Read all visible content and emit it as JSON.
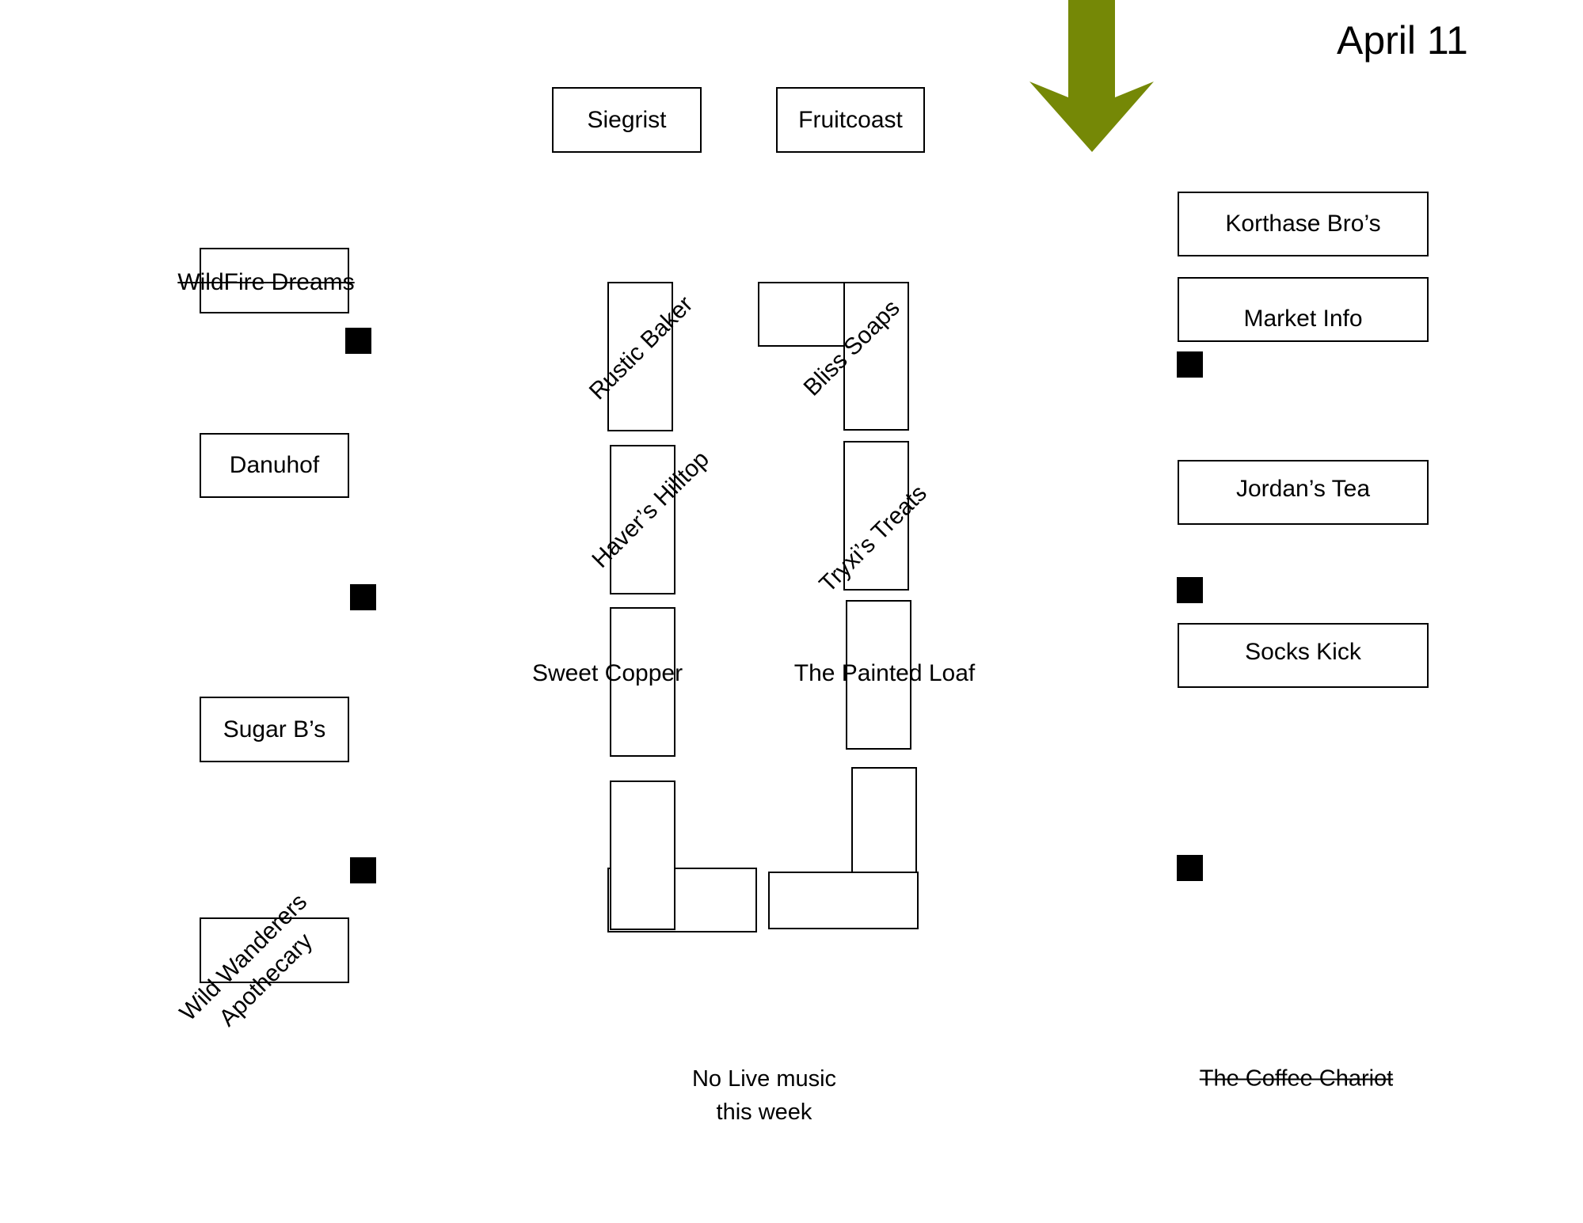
{
  "date": "April 11",
  "entrance_arrow": {
    "direction": "down",
    "color": "#758806"
  },
  "top_row": [
    {
      "name": "Siegrist"
    },
    {
      "name": "Fruitcoast"
    }
  ],
  "left_column": [
    {
      "name": "WildFire Dreams",
      "cancelled": true
    },
    {
      "name": "Danuhof",
      "cancelled": false
    },
    {
      "name": "Sugar B’s",
      "cancelled": false
    },
    {
      "name": "Wild Wanderers\nApothecary",
      "line1": "Wild Wanderers",
      "line2": "Apothecary",
      "cancelled": false
    }
  ],
  "center_left_column": [
    {
      "name": "Rustic Baker"
    },
    {
      "name": "Haver’s Hilltop"
    },
    {
      "name": "Sweet Copper"
    },
    {
      "name": ""
    }
  ],
  "center_right_column": [
    {
      "name": "Bliss Soaps"
    },
    {
      "name": "Tryxi’s Treats"
    },
    {
      "name": "The Painted Loaf"
    },
    {
      "name": ""
    }
  ],
  "right_column": [
    {
      "name": "Korthase Bro’s"
    },
    {
      "name": "Market Info"
    },
    {
      "name": "Jordan’s Tea"
    },
    {
      "name": "Socks Kick"
    }
  ],
  "notes": {
    "music_line1": "No Live music",
    "music_line2": "this week",
    "coffee": "The Coffee Chariot",
    "coffee_cancelled": true
  }
}
